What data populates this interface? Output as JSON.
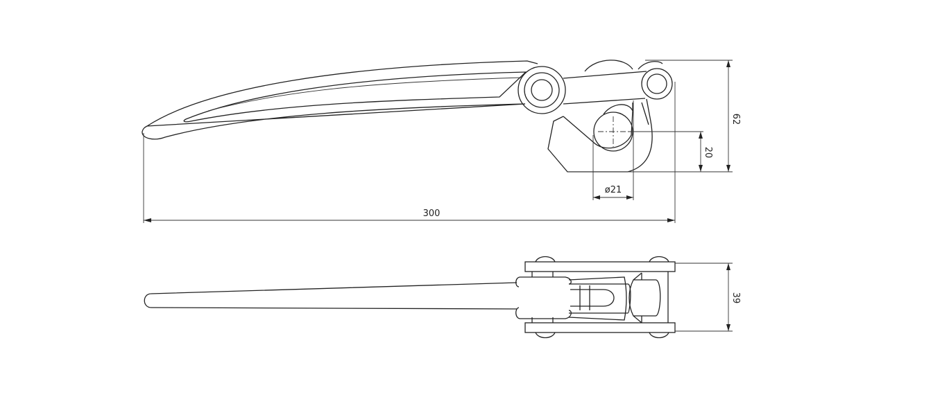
{
  "drawing": {
    "title": "Lever latch technical drawing",
    "dimensions": {
      "overall_length": "300",
      "height": "62",
      "hole_offset": "20",
      "hole_diameter": "ø21",
      "width": "39"
    },
    "colors": {
      "line": "#222222",
      "background": "#ffffff"
    }
  }
}
